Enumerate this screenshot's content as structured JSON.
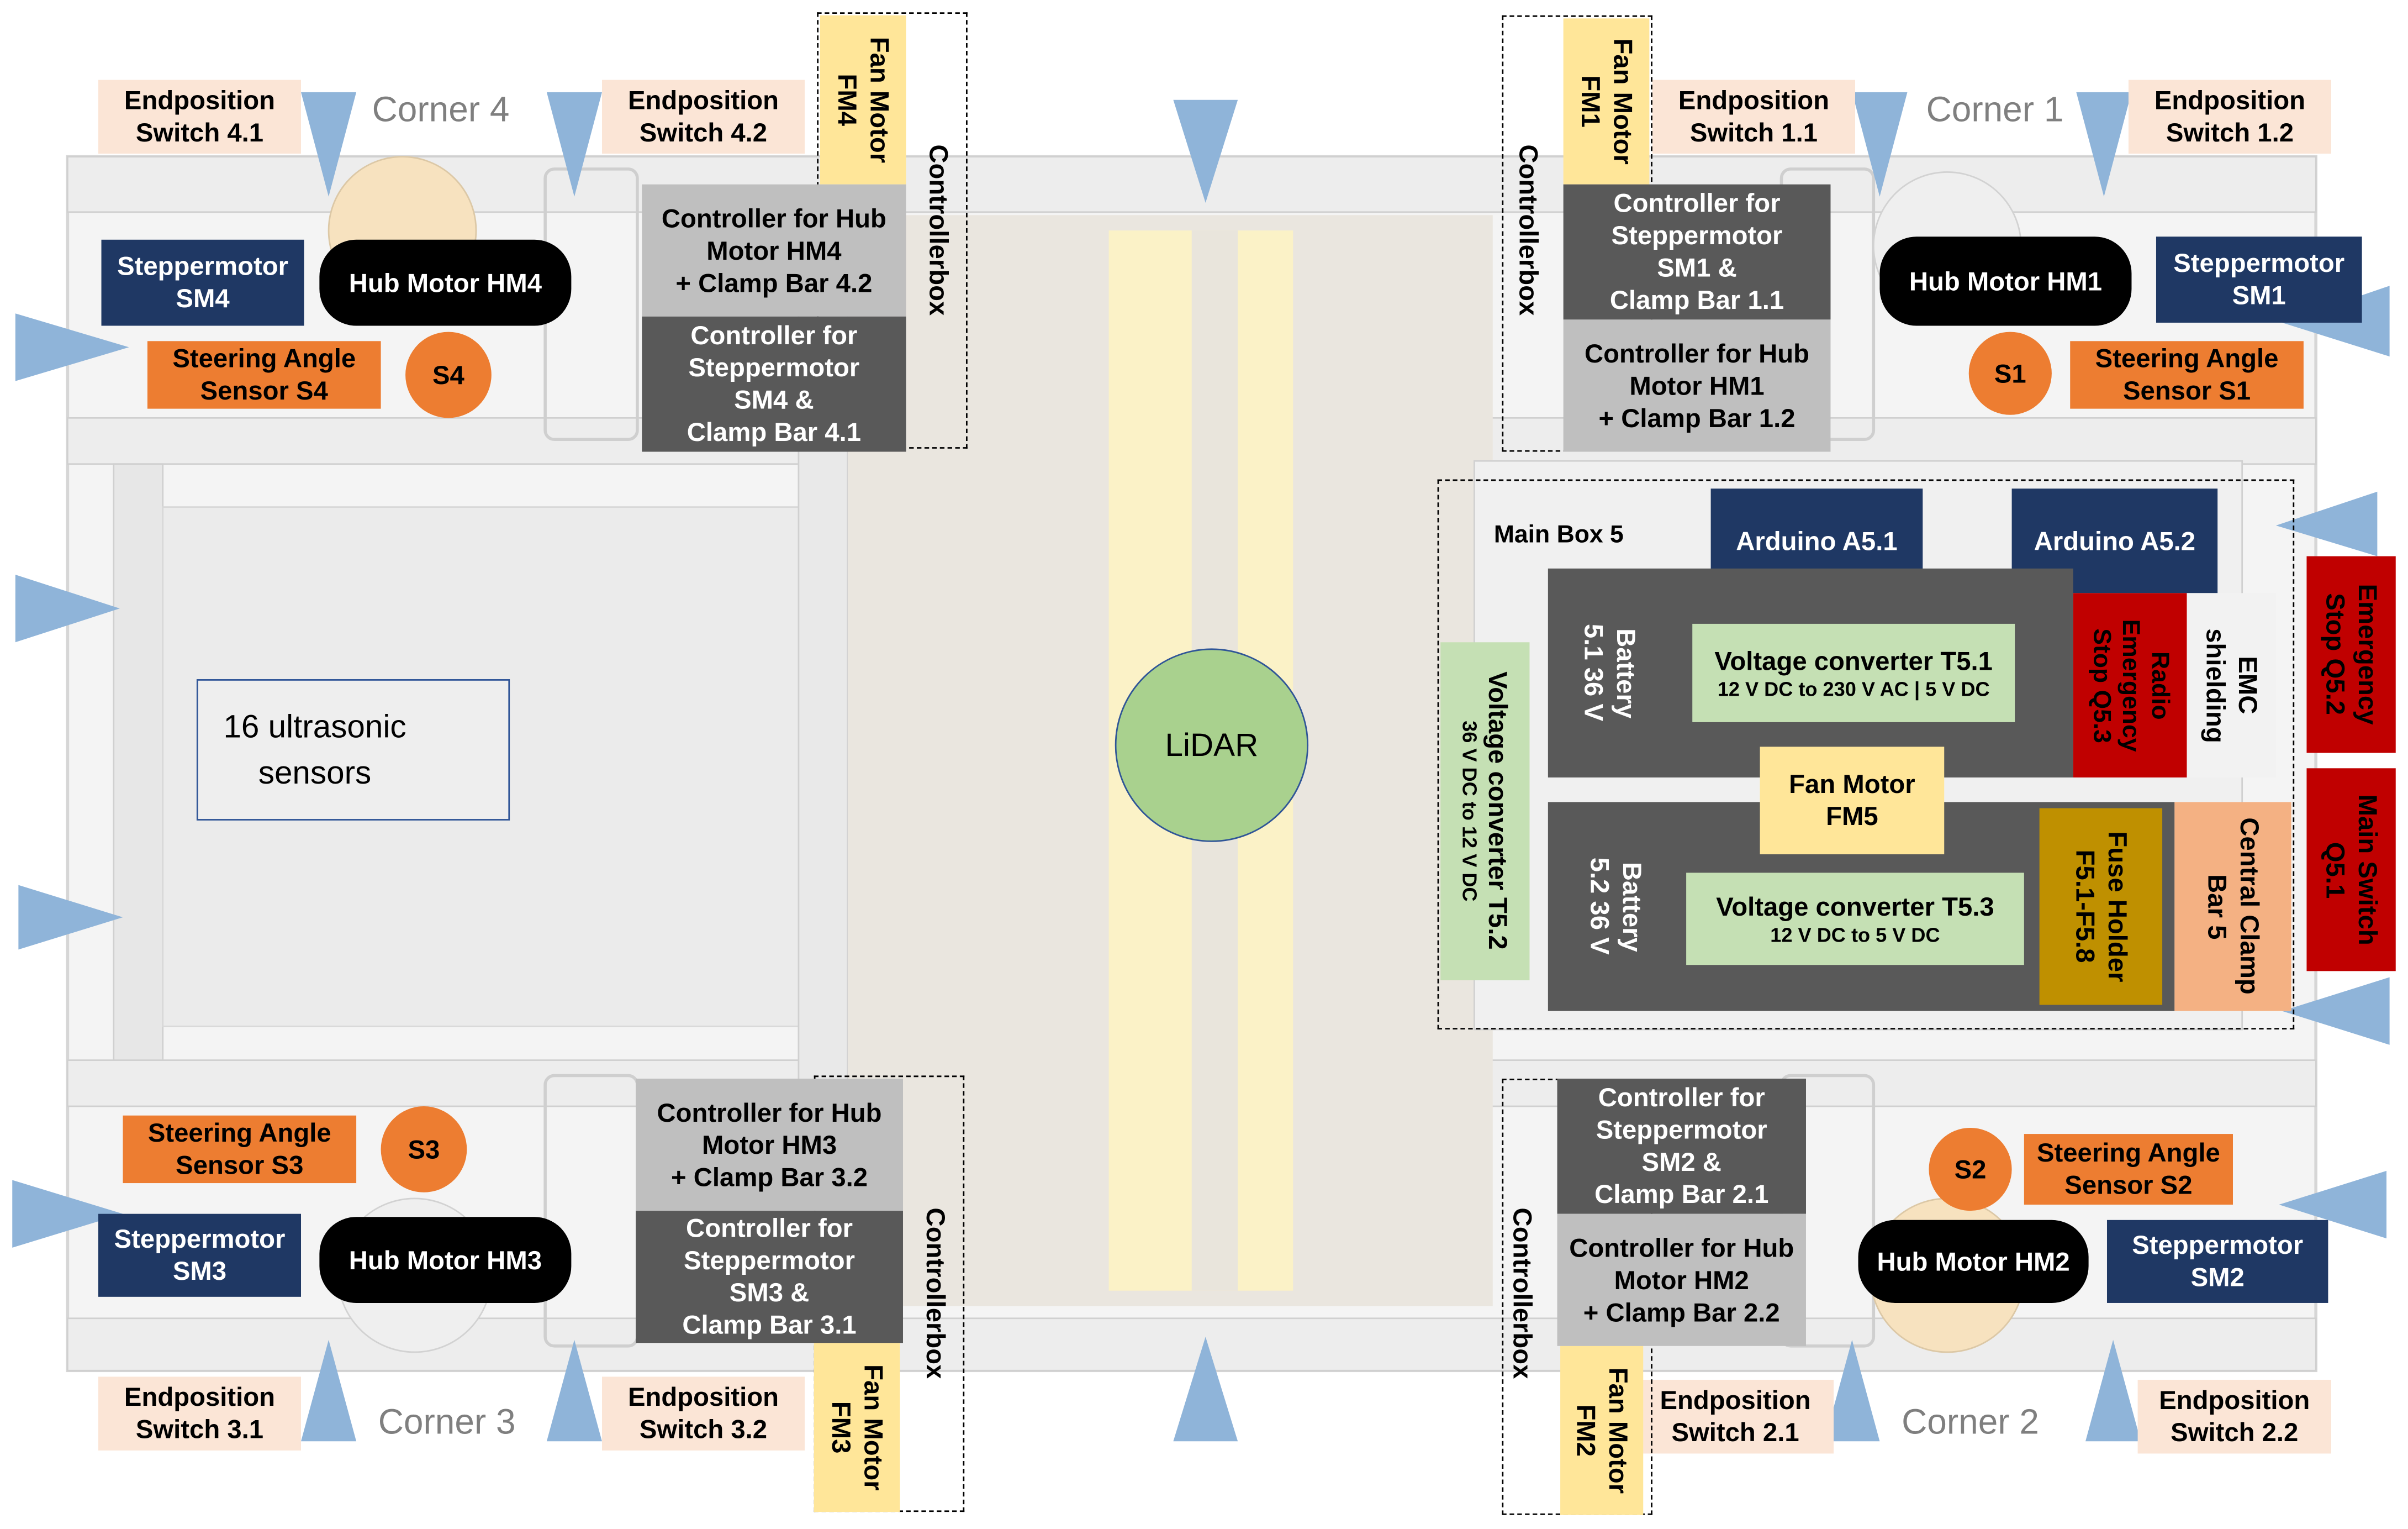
{
  "corners": {
    "c1": "Corner 1",
    "c2": "Corner 2",
    "c3": "Corner 3",
    "c4": "Corner 4"
  },
  "endpositions": {
    "e11": "Endposition\nSwitch 1.1",
    "e12": "Endposition\nSwitch 1.2",
    "e21": "Endposition\nSwitch 2.1",
    "e22": "Endposition\nSwitch 2.2",
    "e31": "Endposition\nSwitch 3.1",
    "e32": "Endposition\nSwitch 3.2",
    "e41": "Endposition\nSwitch 4.1",
    "e42": "Endposition\nSwitch 4.2"
  },
  "steppers": {
    "sm1": "Steppermotor\nSM1",
    "sm2": "Steppermotor\nSM2",
    "sm3": "Steppermotor\nSM3",
    "sm4": "Steppermotor\nSM4"
  },
  "hub_motors": {
    "hm1": "Hub Motor  HM1",
    "hm2": "Hub Motor  HM2",
    "hm3": "Hub Motor  HM3",
    "hm4": "Hub Motor  HM4"
  },
  "steering": {
    "s1": "Steering Angle\nSensor S1",
    "s2": "Steering Angle\nSensor S2",
    "s3": "Steering Angle\nSensor S3",
    "s4": "Steering Angle\nSensor S4",
    "c1": "S1",
    "c2": "S2",
    "c3": "S3",
    "c4": "S4"
  },
  "fans": {
    "fm1": "Fan Motor\nFM1",
    "fm2": "Fan Motor\nFM2",
    "fm3": "Fan Motor\nFM3",
    "fm4": "Fan Motor\nFM4",
    "fm5": "Fan Motor\nFM5"
  },
  "controllerbox_label": "Controllerbox",
  "controllers": {
    "hub1": "Controller for Hub\nMotor HM1\n+ Clamp Bar 1.2",
    "step1": "Controller for\nSteppermotor\nSM1 &\nClamp Bar 1.1",
    "hub2": "Controller for Hub\nMotor HM2\n+ Clamp Bar 2.2",
    "step2": "Controller for\nSteppermotor\nSM2 &\nClamp Bar 2.1",
    "hub3": "Controller for Hub\nMotor HM3\n+ Clamp Bar 3.2",
    "step3": "Controller for\nSteppermotor\nSM3 &\nClamp Bar 3.1",
    "hub4": "Controller for Hub\nMotor HM4\n+ Clamp Bar 4.2",
    "step4": "Controller for\nSteppermotor\nSM4 &\nClamp Bar 4.1"
  },
  "ultrasonic": "16 ultrasonic\nsensors",
  "lidar": "LiDAR",
  "main_box": {
    "title": "Main Box 5",
    "arduino1": "Arduino A5.1",
    "arduino2": "Arduino A5.2",
    "battery1": "Battery\n5.1  36 V",
    "battery2": "Battery\n5.2  36 V",
    "vc1_title": "Voltage converter T5.1",
    "vc1_sub": "12 V DC to 230 V AC | 5 V DC",
    "vc2_title": "Voltage converter T5.2",
    "vc2_sub": "36 V DC to 12 V DC",
    "vc3_title": "Voltage converter T5.3",
    "vc3_sub": "12 V DC to 5 V DC",
    "radio_stop": "Radio\nEmergency\nStop Q5.3",
    "emc": "EMC\nshielding",
    "fuse": "Fuse Holder\nF5.1-F5.8",
    "clamp": "Central Clamp\nBar 5"
  },
  "emergency_stop": "Emergency\nStop Q5.2",
  "main_switch": "Main Switch\nQ5.1",
  "colors": {
    "peach": "#fbe5d6",
    "navy": "#1f3864",
    "orange": "#ed7d31",
    "yellow": "#ffe699",
    "dark_gray": "#595959",
    "light_gray": "#bfbfbf",
    "green": "#c5e0b4",
    "red": "#c00000",
    "gold": "#bf9000",
    "salmon": "#f4b183",
    "arrow_blue": "#8fb4d9",
    "lidar_green": "#a9d18e"
  }
}
